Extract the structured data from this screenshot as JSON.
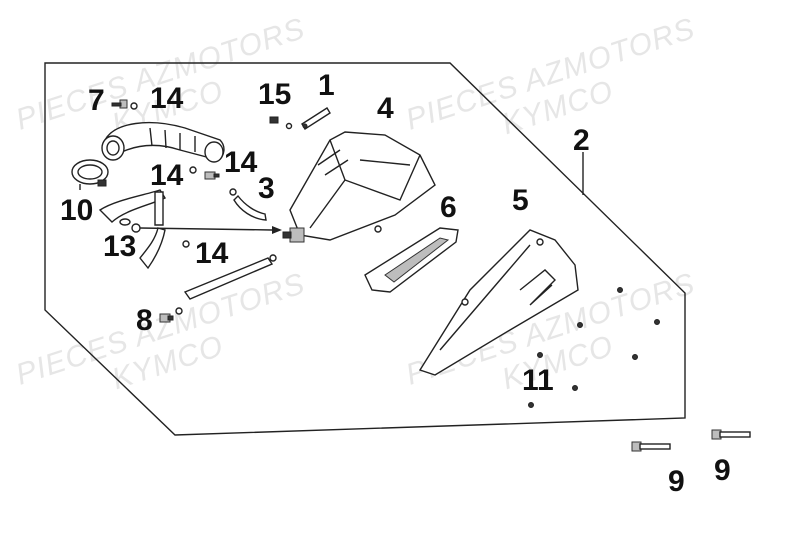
{
  "watermarks": [
    {
      "text": "PIECES AZMOTORS",
      "sub": "KYMCO"
    },
    {
      "text": "PIECES AZMOTORS",
      "sub": "KYMCO"
    },
    {
      "text": "PIECES AZMOTORS",
      "sub": "KYMCO"
    },
    {
      "text": "PIECES AZMOTORS",
      "sub": "KYMCO"
    }
  ],
  "callouts": {
    "c1": "1",
    "c2": "2",
    "c3": "3",
    "c4": "4",
    "c5": "5",
    "c6": "6",
    "c7": "7",
    "c8": "8",
    "c9a": "9",
    "c9b": "9",
    "c10": "10",
    "c11": "11",
    "c13": "13",
    "c14a": "14",
    "c14b": "14",
    "c14c": "14",
    "c14d": "14",
    "c15": "15"
  },
  "colors": {
    "ink": "#222222",
    "background": "#ffffff",
    "watermark": "#e6e6e6"
  }
}
